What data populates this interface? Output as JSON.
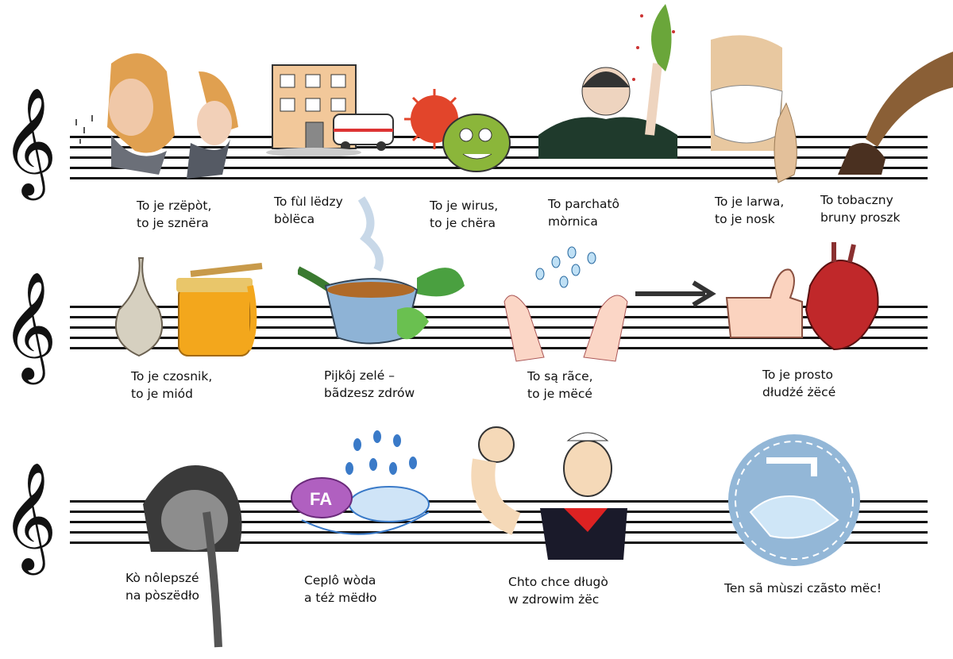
{
  "captions": {
    "row1": [
      {
        "line1": "To je rzëpòt,",
        "line2": "to je sznëra"
      },
      {
        "line1": "To fùl lëdzy",
        "line2": "bòlëca"
      },
      {
        "line1": "To je wirus,",
        "line2": "to je chëra"
      },
      {
        "line1": "To parchatô",
        "line2": "mòrnica"
      },
      {
        "line1": "To je larwa,",
        "line2": "to je nosk"
      },
      {
        "line1": "To tobaczny",
        "line2": "bruny proszk"
      }
    ],
    "row2": [
      {
        "line1": "To je czosnik,",
        "line2": "to je miód"
      },
      {
        "line1": "Pijkôj zelé –",
        "line2": "bãdzesz zdrów"
      },
      {
        "line1": "To są rãce,",
        "line2": "to je mëcé"
      },
      {
        "line1": "To je prosto",
        "line2": "dłudżé żëcé"
      }
    ],
    "row3": [
      {
        "line1": "Kò nôlepszé",
        "line2": "na pòszëdło"
      },
      {
        "line1": "Ceplô wòda",
        "line2": "a téż mëdło"
      },
      {
        "line1": "Chto chce długò",
        "line2": "w zdrowim żëc"
      },
      {
        "line1": "Ten sã mùszi czãsto mëc!",
        "line2": ""
      }
    ]
  },
  "soap_label": "FA",
  "clef_glyph": "𝄞",
  "colors": {
    "staff": "#111111",
    "text": "#111111"
  }
}
